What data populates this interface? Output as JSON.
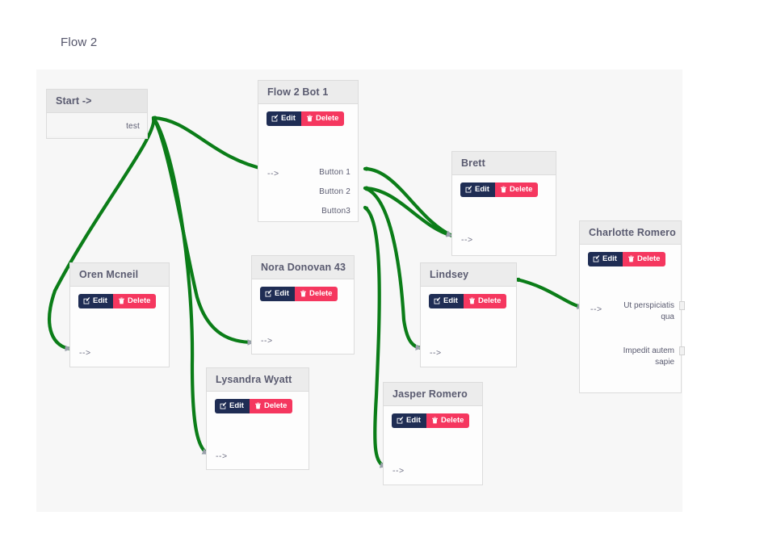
{
  "flow": {
    "title": "Flow 2",
    "edit_label": "Edit",
    "delete_label": "Delete",
    "in_port_label": "-->",
    "edge_color": "#0b7d18",
    "accent_edit": "#1f2d54",
    "accent_delete": "#f5375f",
    "header_bg": "#ececec",
    "canvas_bg": "#f7f7f7"
  },
  "nodes": [
    {
      "id": "start",
      "title": "Start ->",
      "has_buttons": false,
      "in_port": null,
      "out_ports": [
        "test"
      ]
    },
    {
      "id": "bot1",
      "title": "Flow 2 Bot 1",
      "has_buttons": true,
      "in_port": "-->",
      "out_ports": [
        "Button 1",
        "Button 2",
        "Button3"
      ]
    },
    {
      "id": "oren",
      "title": "Oren Mcneil",
      "has_buttons": true,
      "in_port": "-->",
      "out_ports": []
    },
    {
      "id": "nora",
      "title": "Nora Donovan 43",
      "has_buttons": true,
      "in_port": "-->",
      "out_ports": []
    },
    {
      "id": "lysandra",
      "title": "Lysandra Wyatt",
      "has_buttons": true,
      "in_port": "-->",
      "out_ports": []
    },
    {
      "id": "jasper",
      "title": "Jasper Romero",
      "has_buttons": true,
      "in_port": "-->",
      "out_ports": []
    },
    {
      "id": "brett",
      "title": "Brett",
      "has_buttons": true,
      "in_port": "-->",
      "out_ports": []
    },
    {
      "id": "lindsey",
      "title": "Lindsey",
      "has_buttons": true,
      "in_port": "-->",
      "out_ports": []
    },
    {
      "id": "charlotte",
      "title": "Charlotte Romero",
      "has_buttons": true,
      "in_port": "-->",
      "out_ports": [
        "Ut perspiciatis qua",
        "Impedit autem sapie"
      ]
    }
  ],
  "edges": [
    {
      "from": "start.test",
      "to": "bot1.in"
    },
    {
      "from": "start.test",
      "to": "oren.in"
    },
    {
      "from": "start.test",
      "to": "nora.in"
    },
    {
      "from": "start.test",
      "to": "lysandra.in"
    },
    {
      "from": "bot1.Button 1",
      "to": "brett.in"
    },
    {
      "from": "bot1.Button 2",
      "to": "brett.in"
    },
    {
      "from": "bot1.Button 2",
      "to": "lindsey.in"
    },
    {
      "from": "bot1.Button3",
      "to": "jasper.in"
    },
    {
      "from": "lindsey.out",
      "to": "charlotte.in"
    }
  ]
}
